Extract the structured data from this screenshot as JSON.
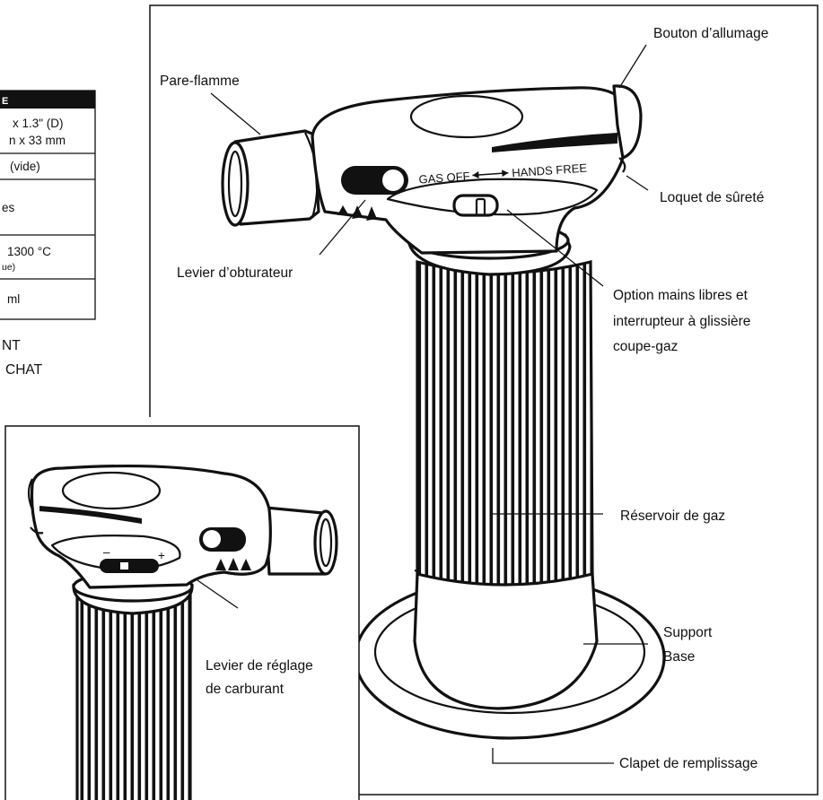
{
  "spec_table": {
    "header": "E",
    "rows": [
      {
        "line1": "x 1.3\" (D)",
        "line2": "n x 33 mm"
      },
      {
        "line1": "(vide)"
      },
      {
        "line1": "es"
      },
      {
        "line1": "1300 °C",
        "line2": "ue)"
      },
      {
        "line1": "ml"
      }
    ],
    "footer_line1": "NT",
    "footer_line2": "CHAT"
  },
  "torch_markings": {
    "gas_off": "GAS OFF",
    "hands_free": "HANDS FREE",
    "minus": "–",
    "plus": "+"
  },
  "callouts": {
    "bouton_allumage": "Bouton d’allumage",
    "pare_flamme": "Pare-flamme",
    "loquet_surete": "Loquet de sûreté",
    "levier_obturateur": "Levier d’obturateur",
    "option_line1": "Option mains libres et",
    "option_line2": "interrupteur à glissière",
    "option_line3": "coupe-gaz",
    "reservoir": "Réservoir de gaz",
    "support": "Support",
    "base": "Base",
    "clapet": "Clapet de remplissage",
    "levier_reglage_line1": "Levier de réglage",
    "levier_reglage_line2": "de carburant"
  }
}
